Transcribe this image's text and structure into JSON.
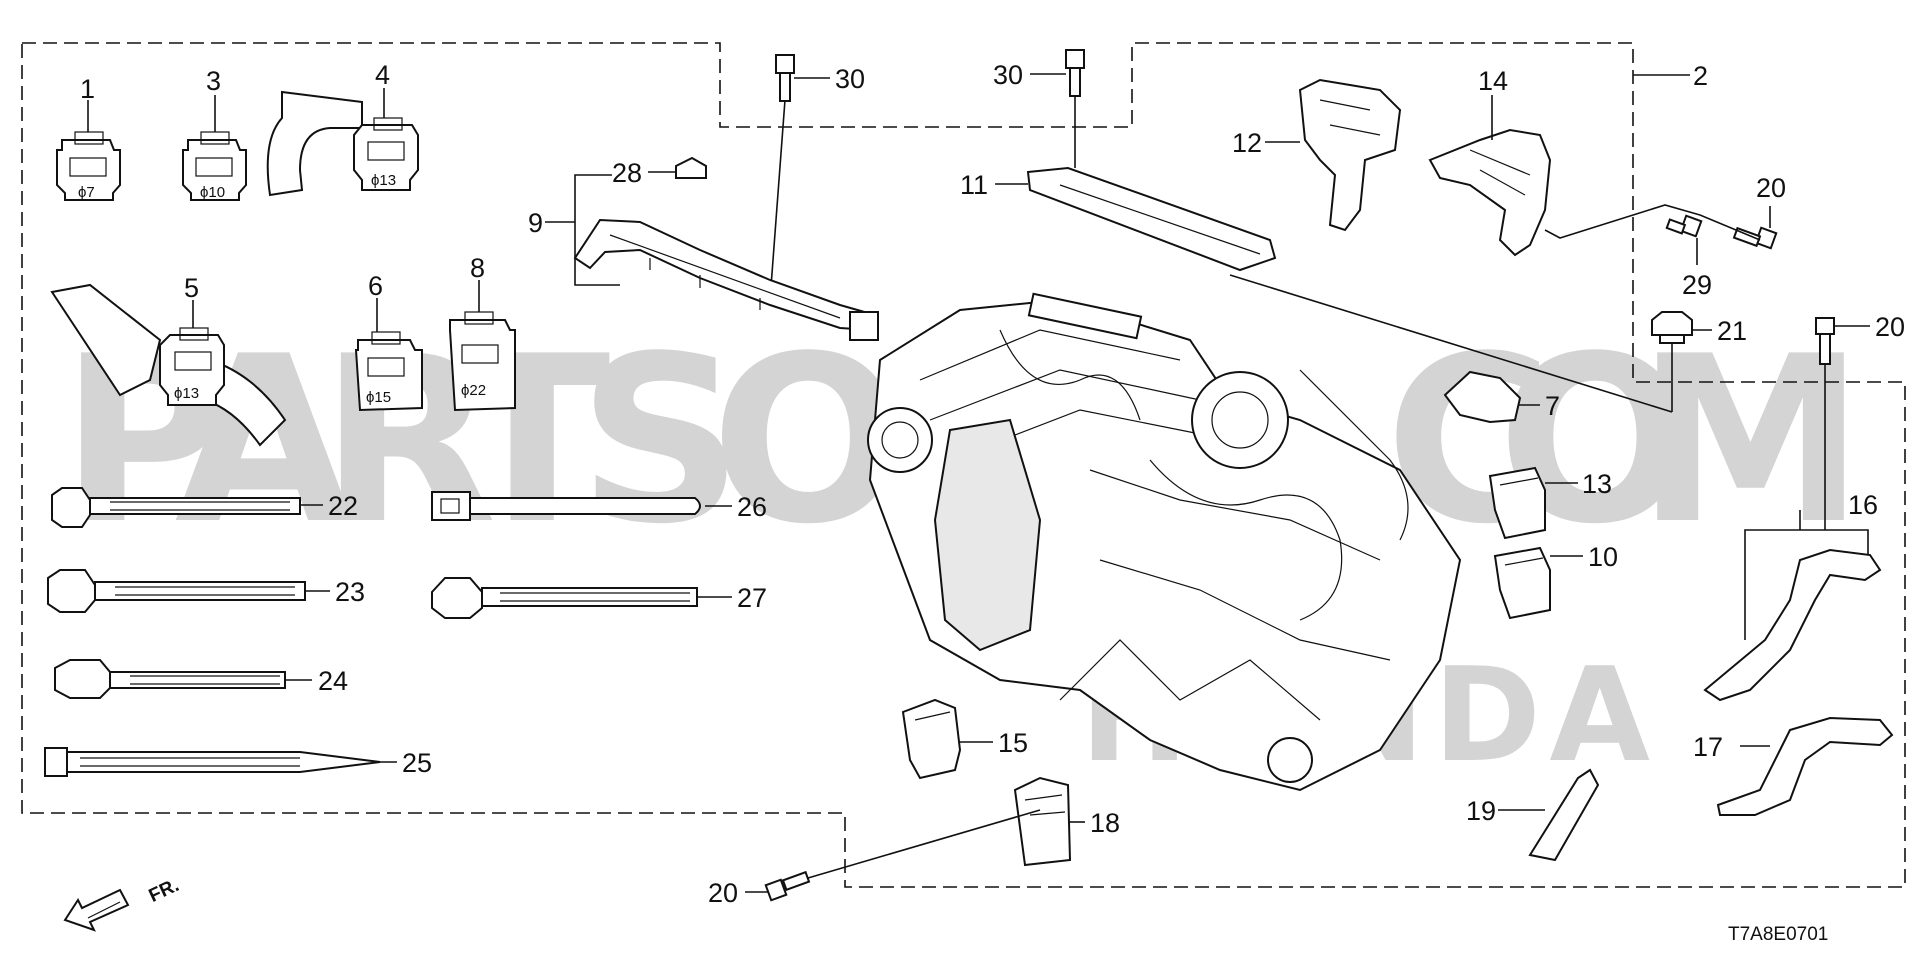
{
  "watermark": {
    "left": "PARTSOU",
    "right": "COM",
    "brand": "HONDA"
  },
  "diagram_code": "T7A8E0701",
  "front_indicator": "FR.",
  "callouts": {
    "p1": "1",
    "p2": "2",
    "p3": "3",
    "p4": "4",
    "p5": "5",
    "p6": "6",
    "p7": "7",
    "p8": "8",
    "p9": "9",
    "p10": "10",
    "p11": "11",
    "p12": "12",
    "p13": "13",
    "p14": "14",
    "p15": "15",
    "p16": "16",
    "p17": "17",
    "p18": "18",
    "p19": "19",
    "p20a": "20",
    "p20b": "20",
    "p20c": "20",
    "p21": "21",
    "p22": "22",
    "p23": "23",
    "p24": "24",
    "p25": "25",
    "p26": "26",
    "p27": "27",
    "p28": "28",
    "p29": "29",
    "p30a": "30",
    "p30b": "30"
  },
  "diameters": {
    "d1": "ϕ7",
    "d3": "ϕ10",
    "d4": "ϕ13",
    "d5": "ϕ13",
    "d6": "ϕ15",
    "d8": "ϕ22"
  }
}
